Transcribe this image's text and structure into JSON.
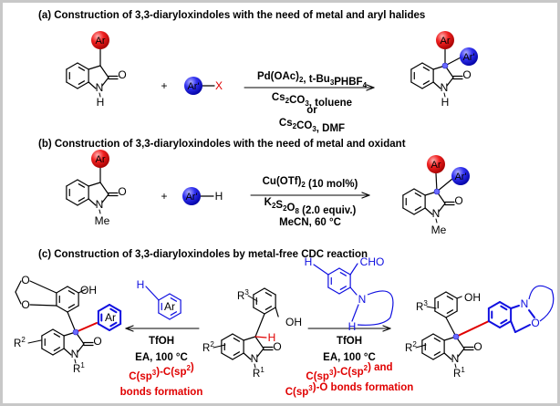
{
  "sections": {
    "a": {
      "title": "(a) Construction of 3,3-diaryloxindoles with the need of metal and aryl halides"
    },
    "b": {
      "title": "(b) Construction of 3,3-diaryloxindoles with the need of metal and oxidant"
    },
    "c": {
      "title": "(c) Construction of 3,3-diaryloxindoles by metal-free CDC reaction"
    }
  },
  "atoms": {
    "N": "N",
    "H": "H",
    "O": "O",
    "Me": "Me",
    "OH": "OH",
    "X": "X",
    "CHO": "CHO",
    "Ar": "Ar",
    "Ar_prime": "Ar'",
    "plus": "+",
    "R": "R",
    "sup1": "1",
    "sup2": "2",
    "sup3": "3"
  },
  "conditions": {
    "a": [
      [
        {
          "t": "Pd(OAc)"
        },
        {
          "sub": "2"
        },
        {
          "t": ", t-Bu"
        },
        {
          "sub": "3"
        },
        {
          "t": "PHBF"
        },
        {
          "sub": "4"
        }
      ],
      [
        {
          "t": "Cs"
        },
        {
          "sub": "2"
        },
        {
          "t": "CO"
        },
        {
          "sub": "3"
        },
        {
          "t": ", toluene"
        }
      ],
      [
        {
          "t": "or"
        }
      ],
      [
        {
          "t": "Cs"
        },
        {
          "sub": "2"
        },
        {
          "t": "CO"
        },
        {
          "sub": "3"
        },
        {
          "t": ", DMF"
        }
      ]
    ],
    "b": [
      [
        {
          "t": "Cu(OTf)"
        },
        {
          "sub": "2"
        },
        {
          "t": " (10 mol%)"
        }
      ],
      [
        {
          "t": "K"
        },
        {
          "sub": "2"
        },
        {
          "t": "S"
        },
        {
          "sub": "2"
        },
        {
          "t": "O"
        },
        {
          "sub": "8"
        },
        {
          "t": " (2.0 equiv.)"
        }
      ],
      [
        {
          "t": "MeCN, 60 °C"
        }
      ]
    ],
    "c_left": [
      [
        {
          "t": "TfOH"
        }
      ],
      [
        {
          "t": "EA, 100 °C"
        }
      ],
      [
        {
          "t": "C(sp"
        },
        {
          "sup": "3"
        },
        {
          "t": ")-C(sp"
        },
        {
          "sup": "2"
        },
        {
          "t": ")"
        }
      ],
      [
        {
          "t": "bonds formation"
        }
      ]
    ],
    "c_right": [
      [
        {
          "t": "TfOH"
        }
      ],
      [
        {
          "t": "EA, 100 °C"
        }
      ],
      [
        {
          "t": "C(sp"
        },
        {
          "sup": "3"
        },
        {
          "t": ")-C(sp"
        },
        {
          "sup": "2"
        },
        {
          "t": ") and"
        }
      ],
      [
        {
          "t": "C(sp"
        },
        {
          "sup": "3"
        },
        {
          "t": ")-O bonds formation"
        }
      ]
    ]
  },
  "colors": {
    "ar_sphere": "#e01010",
    "ar_prime_sphere": "#1818e0",
    "new_bond": "#e00000",
    "reagent": "#1010e0",
    "border": "#c8c8c8"
  }
}
